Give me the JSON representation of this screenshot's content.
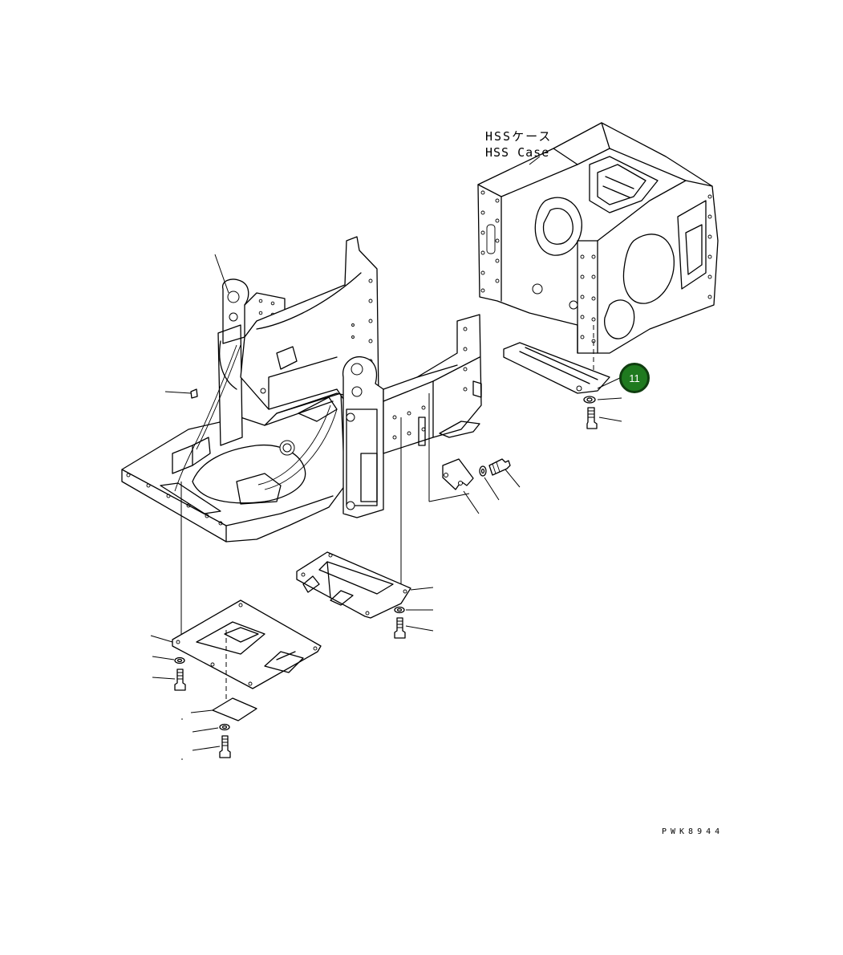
{
  "labels": {
    "case_jp": "HSSケース",
    "case_en": "HSS Case",
    "drawing_code": "PWK8944"
  },
  "callouts": [
    {
      "number": "11",
      "color": "#1f7a1f"
    }
  ]
}
